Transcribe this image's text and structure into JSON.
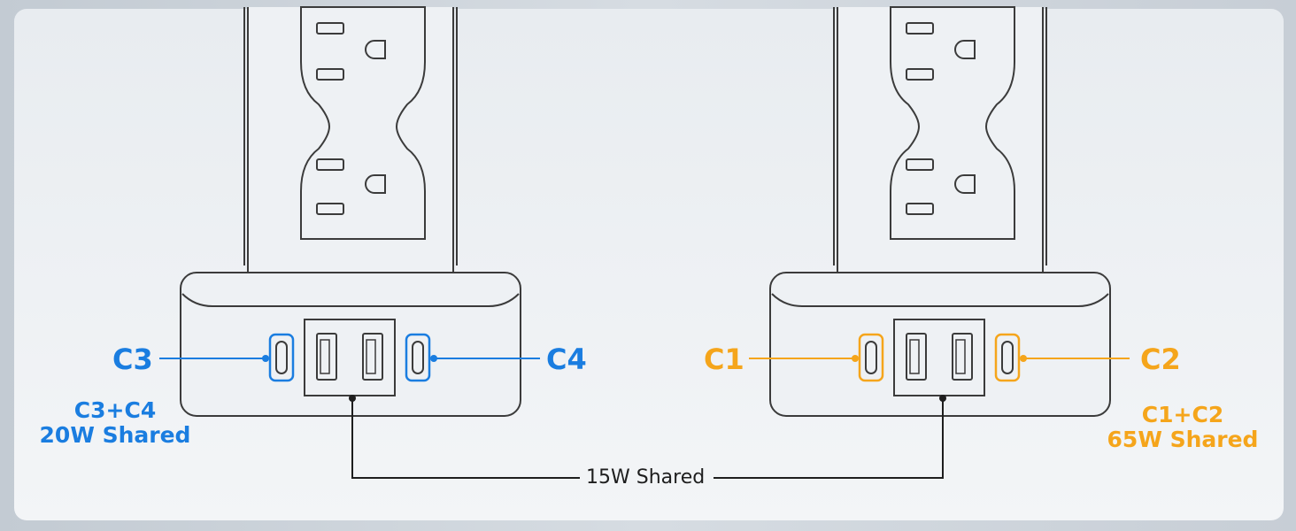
{
  "colors": {
    "blue": "#1a7de0",
    "orange": "#f5a51b",
    "outline": "#3b3b3b",
    "fill": "#eef1f4"
  },
  "left_unit": {
    "port_left_label": "C3",
    "port_right_label": "C4",
    "shared_line1": "C3+C4",
    "shared_line2": "20W Shared"
  },
  "right_unit": {
    "port_left_label": "C1",
    "port_right_label": "C2",
    "shared_line1": "C1+C2",
    "shared_line2": "65W Shared"
  },
  "usb_a_shared_label": "15W Shared"
}
